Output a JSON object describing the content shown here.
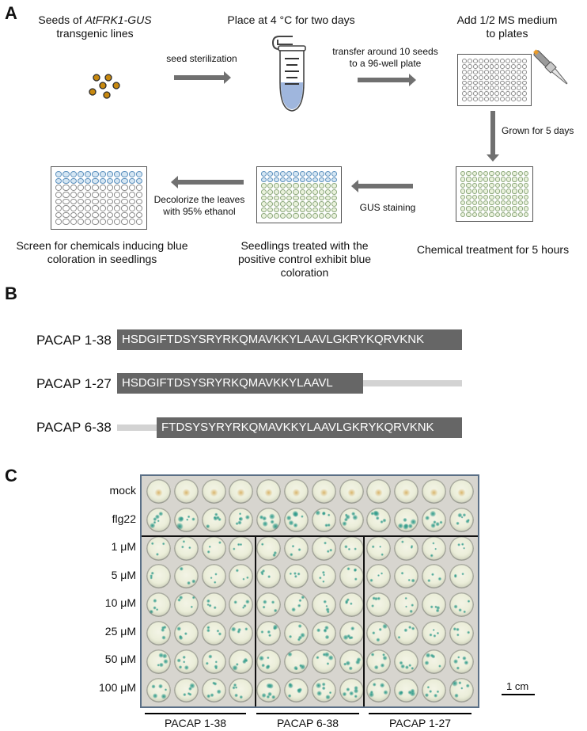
{
  "panel_a": {
    "letter": "A",
    "step1_line1_prefix": "Seeds of ",
    "step1_line1_italic": "AtFRK1-GUS",
    "step1_line2": "transgenic lines",
    "arrow1_label": "seed sterilization",
    "step2_title": "Place at 4 °C for two days",
    "arrow2_label_line1": "transfer around 10 seeds",
    "arrow2_label_line2": "to a 96-well plate",
    "step3_title_line1": "Add 1/2 MS medium",
    "step3_title_line2": "to plates",
    "arrow3_label": "Grown for 5 days",
    "step4_title": "Chemical treatment for 5 hours",
    "arrow4_label": "GUS staining",
    "step5_title_line1": "Seedlings treated with the",
    "step5_title_line2": "positive control exhibit blue",
    "step5_title_line3": "coloration",
    "arrow5_label_line1": "Decolorize the leaves",
    "arrow5_label_line2": "with 95% ethanol",
    "step6_title_line1": "Screen for chemicals inducing blue",
    "step6_title_line2": "coloration in seedlings",
    "colors": {
      "arrow": "#707070",
      "seed": "#c8890f",
      "tube_liquid": "#9fb6dd",
      "plate_green": "#eaf2dc",
      "plate_blue": "#d5e6f3"
    }
  },
  "panel_b": {
    "letter": "B",
    "rows": [
      {
        "name": "PACAP 1-38",
        "sequence": "HSDGIFTDSYSRYRKQMAVKKYLAAVLGKRYKQRVKNK"
      },
      {
        "name": "PACAP 1-27",
        "sequence": "HSDGIFTDSYSRYRKQMAVKKYLAAVL"
      },
      {
        "name": "PACAP 6-38",
        "sequence": "FTDSYSYRYRKQMAVKKYLAAVLGKRYKQRVKNK"
      }
    ],
    "colors": {
      "peptide_bar": "#666666",
      "missing_region": "#d3d3d3"
    }
  },
  "panel_c": {
    "letter": "C",
    "row_labels": [
      "mock",
      "flg22",
      "1 μM",
      "5 μM",
      "10 μM",
      "25 μM",
      "50 μM",
      "100 μM"
    ],
    "group_labels": [
      "PACAP 1-38",
      "PACAP 6-38",
      "PACAP 1-27"
    ],
    "scale_bar_label": "1 cm",
    "stain_color": "#2e9a8a",
    "well_color": "#e9ecd6"
  }
}
